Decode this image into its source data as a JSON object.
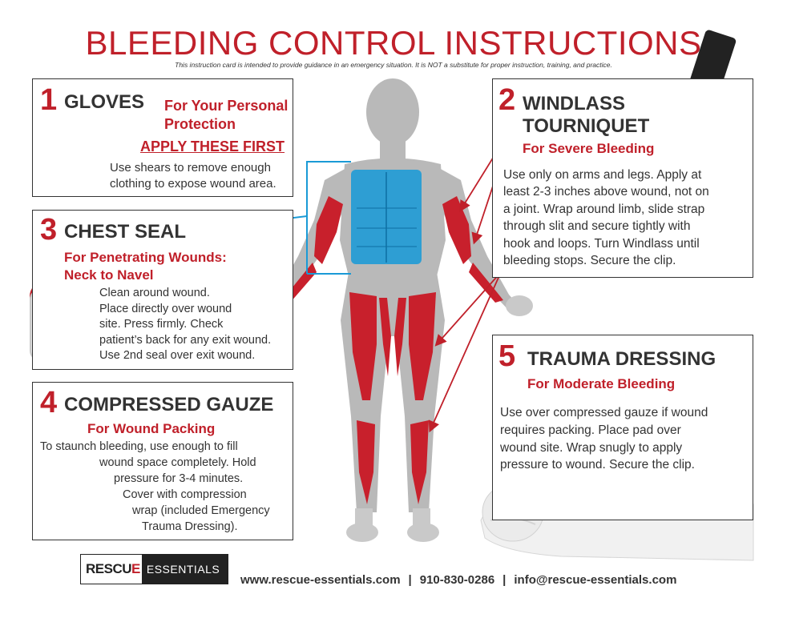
{
  "title": "BLEEDING CONTROL INSTRUCTIONS",
  "disclaimer": "This instruction card is intended to provide guidance in an emergency situation. It is NOT a substitute for proper instruction, training, and practice.",
  "step1": {
    "number": "1",
    "heading": "GLOVES",
    "subtitle_line1": "For Your Personal",
    "subtitle_line2": "Protection",
    "note": "APPLY THESE FIRST",
    "body_line1": "Use shears to remove enough",
    "body_line2": "clothing to expose wound area."
  },
  "step2": {
    "number": "2",
    "heading_line1": "WINDLASS",
    "heading_line2": "TOURNIQUET",
    "subtitle": "For Severe Bleeding",
    "body": [
      "Use only on arms and legs. Apply at",
      "least 2-3 inches above wound, not on",
      "a joint. Wrap around limb, slide strap",
      "through slit and secure tightly with",
      "hook and loops. Turn Windlass until",
      "bleeding stops. Secure the clip."
    ]
  },
  "step3": {
    "number": "3",
    "heading": "CHEST SEAL",
    "subtitle_line1": "For Penetrating Wounds:",
    "subtitle_line2": "Neck to Navel",
    "body": [
      "Clean around wound.",
      "Place directly over wound",
      "site. Press firmly. Check",
      "patient’s back for any exit wound.",
      "Use 2nd seal over exit wound."
    ]
  },
  "step4": {
    "number": "4",
    "heading": "COMPRESSED GAUZE",
    "subtitle": "For Wound Packing",
    "body": [
      "To staunch bleeding, use enough to fill",
      "wound space completely. Hold",
      "pressure for 3-4 minutes.",
      "Cover with compression",
      "wrap (included Emergency",
      "Trauma Dressing)."
    ]
  },
  "step5": {
    "number": "5",
    "heading": "TRAUMA DRESSING",
    "subtitle": "For Moderate Bleeding",
    "body": [
      "Use over compressed gauze if wound",
      "requires packing. Place pad over",
      "wound site. Wrap snugly to apply",
      "pressure to wound. Secure the clip."
    ]
  },
  "footer": {
    "logo_part1": "RESCU",
    "logo_mark": "E",
    "logo_part2": "ESSENTIALS",
    "website": "www.rescue-essentials.com",
    "separator": "|",
    "phone": "910-830-0286",
    "email": "info@rescue-essentials.com"
  },
  "colors": {
    "accent": "#c0202a",
    "text": "#333333",
    "chest_highlight": "#1a9ad6",
    "body_gray": "#b9b9b9",
    "muscle_red": "#c8202c"
  }
}
